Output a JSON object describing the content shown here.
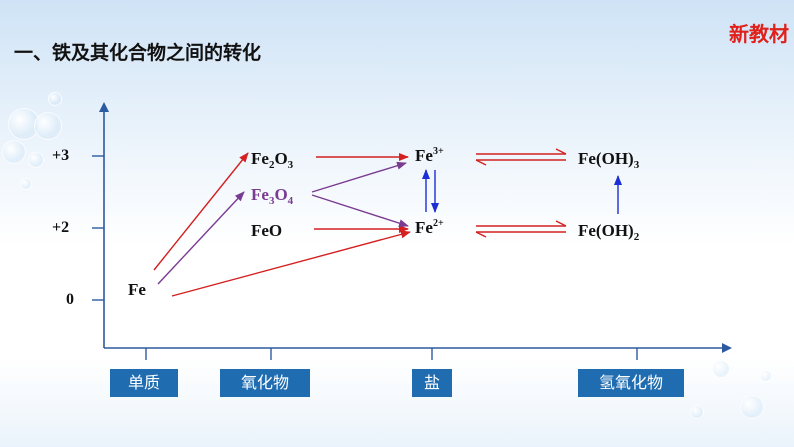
{
  "title": "一、铁及其化合物之间的转化",
  "badge": "新教材",
  "y_ticks": [
    "+3",
    "+2",
    "0"
  ],
  "categories": [
    "单质",
    "氧化物",
    "盐",
    "氢氧化物"
  ],
  "species": {
    "fe2o3": {
      "base": "Fe",
      "s1": "2",
      "mid": "O",
      "s2": "3"
    },
    "fe3o4": {
      "base": "Fe",
      "s1": "3",
      "mid": "O",
      "s2": "4"
    },
    "feo": {
      "text": "FeO"
    },
    "fe": {
      "text": "Fe"
    },
    "fe3plus": {
      "base": "Fe",
      "sup": "3+"
    },
    "fe2plus": {
      "base": "Fe",
      "sup": "2+"
    },
    "feoh3": {
      "base": "Fe(OH)",
      "sub": "3"
    },
    "feoh2": {
      "base": "Fe(OH)",
      "sub": "2"
    }
  },
  "colors": {
    "red_arrow": "#d42020",
    "purple_arrow": "#7a3b92",
    "blue_arrow": "#1c2fd6",
    "axis": "#2c5aa0",
    "category_box": "#1f6cb0"
  }
}
